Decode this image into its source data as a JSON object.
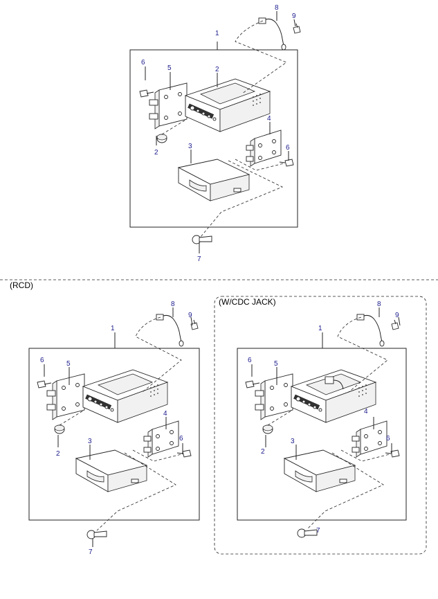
{
  "captions": {
    "rcd": "(RCD)",
    "cdc_jack": "(W/CDC JACK)"
  },
  "callouts": {
    "n1": "1",
    "n2": "2",
    "n3": "3",
    "n4": "4",
    "n5": "5",
    "n6": "6",
    "n7": "7",
    "n8": "8",
    "n9": "9"
  },
  "colors": {
    "callout_text": "#1a1a8c",
    "line": "#222222"
  }
}
